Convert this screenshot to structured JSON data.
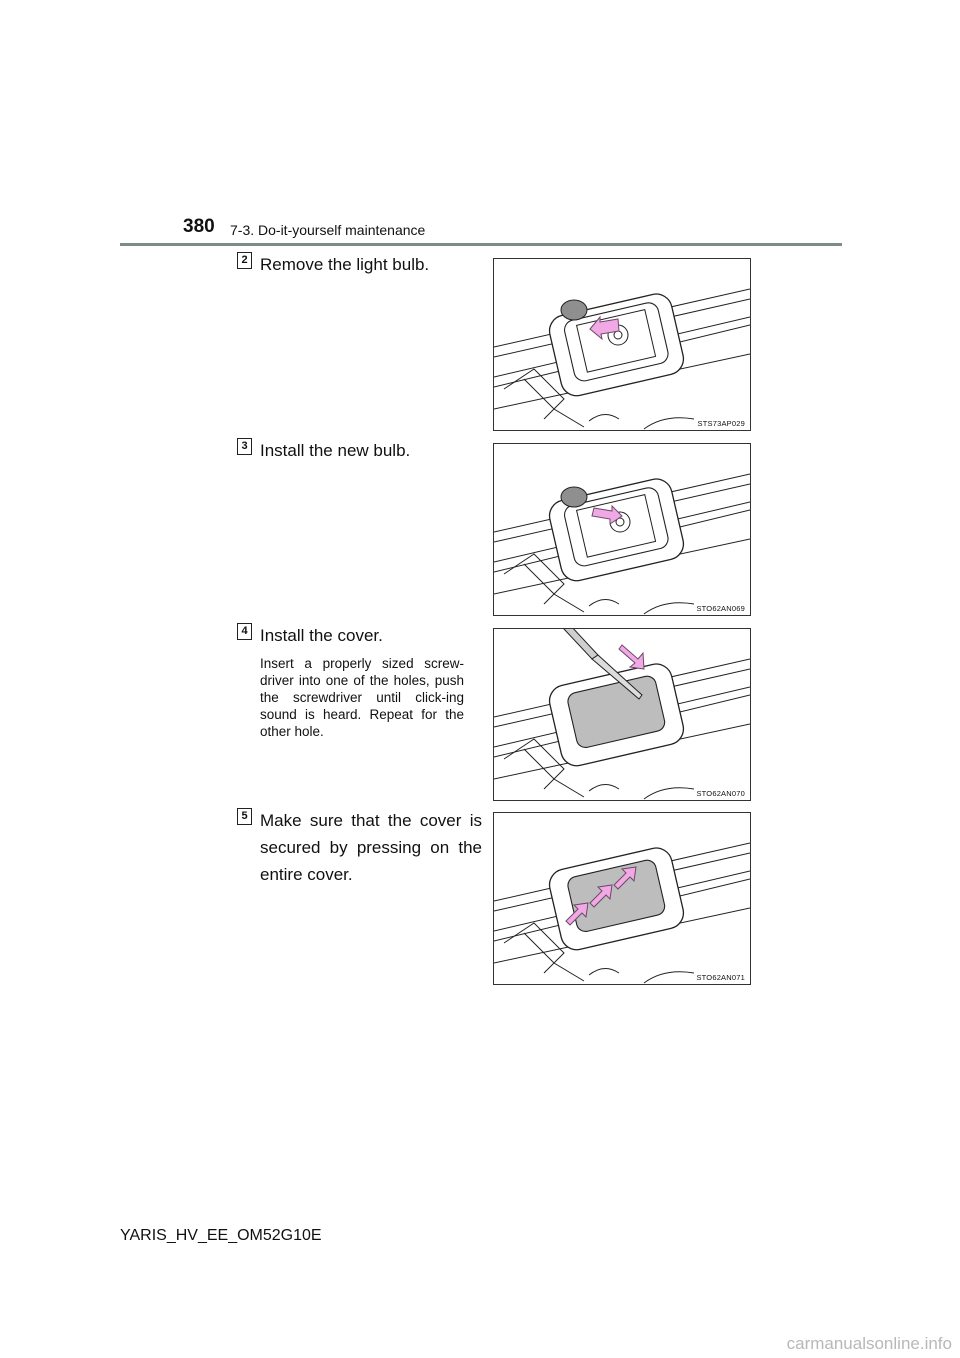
{
  "header": {
    "page_number": "380",
    "section": "7-3. Do-it-yourself maintenance"
  },
  "steps": [
    {
      "number": "2",
      "text": "Remove the light bulb.",
      "figure_code": "STS73AP029"
    },
    {
      "number": "3",
      "text": "Install the new bulb.",
      "figure_code": "STO62AN069"
    },
    {
      "number": "4",
      "text": "Install the cover.",
      "note": "Insert a properly sized screw-driver into one of the holes, push the screwdriver until click-ing sound is heard. Repeat for the other hole.",
      "figure_code": "STO62AN070"
    },
    {
      "number": "5",
      "text": "Make sure that the cover is secured by pressing on the entire cover.",
      "figure_code": "STO62AN071"
    }
  ],
  "footer": {
    "document_id": "YARIS_HV_EE_OM52G10E",
    "watermark": "carmanualsonline.info"
  },
  "colors": {
    "rule": "#7e8c87",
    "arrow_fill": "#f1a9e6",
    "arrow_stroke": "#6a4a66",
    "bulb_gray": "#8f8f8f"
  }
}
